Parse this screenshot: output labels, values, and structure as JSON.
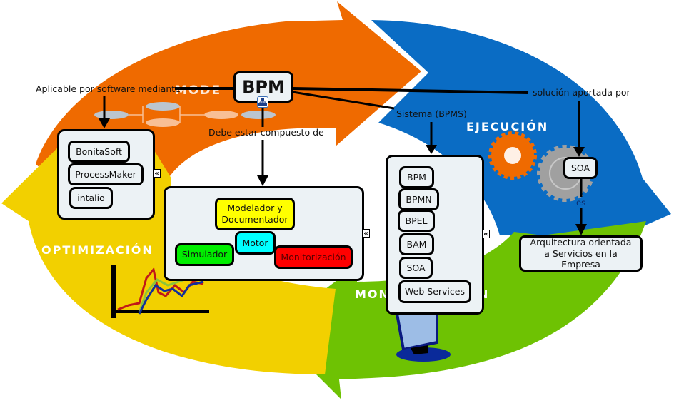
{
  "cycle": {
    "phases": [
      {
        "name": "modelado",
        "label": "MODELADO",
        "color": "#ef6a00"
      },
      {
        "name": "ejecucion",
        "label": "EJECUCIÓN",
        "color": "#0a6cc4"
      },
      {
        "name": "monitorizacion",
        "label": "MONITORIZACIÓN",
        "color": "#6ec203"
      },
      {
        "name": "optimizacion",
        "label": "OPTIMIZACIÓN",
        "color": "#f2d000"
      }
    ]
  },
  "central": {
    "label": "BPM",
    "icon": "hierarchy-link-icon"
  },
  "relations": {
    "applicable": "Aplicable por software mediante",
    "composed": "Debe estar compuesto de",
    "system": "Sistema (BPMS)",
    "solution": "solución aportada por",
    "is": "es"
  },
  "software": {
    "items": [
      "BonitaSoft",
      "ProcessMaker",
      "intalio"
    ],
    "collapse_icon": "«"
  },
  "components": {
    "modeler": {
      "label": "Modelador y Documentador",
      "color": "#ffff00"
    },
    "engine": {
      "label": "Motor",
      "color": "#00ffff"
    },
    "simulator": {
      "label": "Simulador",
      "color": "#00ee00"
    },
    "monitor": {
      "label": "Monitorización",
      "color": "#ff0000"
    },
    "collapse_icon": "«"
  },
  "bpms": {
    "items": [
      "BPM",
      "BPMN",
      "BPEL",
      "BAM",
      "SOA",
      "Web Services"
    ],
    "collapse_icon": "«"
  },
  "soa": {
    "label": "SOA"
  },
  "architecture": {
    "label": "Arquitectura orientada a Servicios en la Empresa"
  }
}
